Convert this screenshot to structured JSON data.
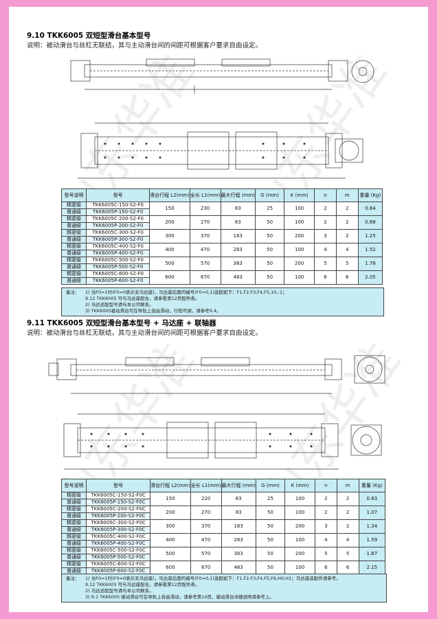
{
  "watermark": "山东华准",
  "section1": {
    "title": "9.10 TKK6005 双短型滑台基本型号",
    "note": "说明：被动滑台与丝杠无联结，其与主动滑台间的间距可根据客户要求自由设定。",
    "headers": [
      "型号说明",
      "型号",
      "滑台行程 L2(mm)",
      "全长 L1(mm)",
      "最大行程 (mm)",
      "G (mm)",
      "K (mm)",
      "n",
      "m",
      "重量 (Kg)"
    ],
    "rows": [
      {
        "kind": "精密级",
        "model": "TKK6005C-150-S2-F0",
        "stroke": "150",
        "length": "230",
        "max": "83",
        "g": "25",
        "k": "100",
        "n": "2",
        "m": "2",
        "wt": "0.84"
      },
      {
        "kind": "普通级",
        "model": "TKK6005P-150-S2-F0",
        "stroke": "",
        "length": "",
        "max": "",
        "g": "",
        "k": "",
        "n": "",
        "m": "",
        "wt": ""
      },
      {
        "kind": "精密级",
        "model": "TKK6005C-200-S2-F0",
        "stroke": "200",
        "length": "270",
        "max": "83",
        "g": "50",
        "k": "100",
        "n": "2",
        "m": "2",
        "wt": "0.88"
      },
      {
        "kind": "普通级",
        "model": "TKK6005P-200-S2-F0",
        "stroke": "",
        "length": "",
        "max": "",
        "g": "",
        "k": "",
        "n": "",
        "m": "",
        "wt": ""
      },
      {
        "kind": "精密级",
        "model": "TKK6005C-300-S2-F0",
        "stroke": "300",
        "length": "370",
        "max": "183",
        "g": "50",
        "k": "200",
        "n": "3",
        "m": "2",
        "wt": "1.25"
      },
      {
        "kind": "普通级",
        "model": "TKK6005P-300-S2-F0",
        "stroke": "",
        "length": "",
        "max": "",
        "g": "",
        "k": "",
        "n": "",
        "m": "",
        "wt": ""
      },
      {
        "kind": "精密级",
        "model": "TKK6005C-400-S2-F0",
        "stroke": "400",
        "length": "470",
        "max": "283",
        "g": "50",
        "k": "100",
        "n": "4",
        "m": "4",
        "wt": "1.52"
      },
      {
        "kind": "普通级",
        "model": "TKK6005P-400-S2-F0",
        "stroke": "",
        "length": "",
        "max": "",
        "g": "",
        "k": "",
        "n": "",
        "m": "",
        "wt": ""
      },
      {
        "kind": "精密级",
        "model": "TKK6005C-500-S2-F0",
        "stroke": "500",
        "length": "570",
        "max": "383",
        "g": "50",
        "k": "200",
        "n": "5",
        "m": "5",
        "wt": "1.78"
      },
      {
        "kind": "普通级",
        "model": "TKK6005P-500-S2-F0",
        "stroke": "",
        "length": "",
        "max": "",
        "g": "",
        "k": "",
        "n": "",
        "m": "",
        "wt": ""
      },
      {
        "kind": "精密级",
        "model": "TKK6005C-600-S2-F0",
        "stroke": "600",
        "length": "670",
        "max": "483",
        "g": "50",
        "k": "100",
        "n": "6",
        "m": "6",
        "wt": "2.05"
      },
      {
        "kind": "普通级",
        "model": "TKK6005P-600-S2-F0",
        "stroke": "",
        "length": "",
        "max": "",
        "g": "",
        "k": "",
        "n": "",
        "m": "",
        "wt": ""
      }
    ],
    "foot_label": "备注：",
    "foot_lines": [
      "1) 当F0=1时(F0=0表示无马达座)，马达座后面的编号(F0=0,1)选配如下：F1,F2,F3,F4,F5,10,-1；",
      "   9.12 TKK6005 可与马达座配合，请参看第12页配件表。",
      "2) 马达适配型号请与本公司联系。",
      "3) TKK6005被动滑台可在导轨上自由滑动，行程可调，请参考9.4。"
    ]
  },
  "section2": {
    "title": "9.11 TKK6005 双短型滑台基本型号 + 马达座 + 联轴器",
    "note": "说明：被动滑台与丝杠无联结，其与主动滑台间的间距可根据客户要求自由设定。",
    "headers": [
      "型号说明",
      "型号",
      "滑台行程 L2(mm)",
      "全长 L1(mm)",
      "最大行程 (mm)",
      "G (mm)",
      "K (mm)",
      "n",
      "m",
      "重量 (Kg)"
    ],
    "rows": [
      {
        "kind": "精密级",
        "model": "TKK6005C-150-S2-F0C",
        "stroke": "150",
        "length": "220",
        "max": "83",
        "g": "25",
        "k": "100",
        "n": "2",
        "m": "2",
        "wt": "0.83"
      },
      {
        "kind": "普通级",
        "model": "TKK6005P-150-S2-F0C",
        "stroke": "",
        "length": "",
        "max": "",
        "g": "",
        "k": "",
        "n": "",
        "m": "",
        "wt": ""
      },
      {
        "kind": "精密级",
        "model": "TKK6005C-200-S2-F0C",
        "stroke": "200",
        "length": "270",
        "max": "83",
        "g": "50",
        "k": "100",
        "n": "2",
        "m": "2",
        "wt": "1.07"
      },
      {
        "kind": "普通级",
        "model": "TKK6005P-200-S2-F0C",
        "stroke": "",
        "length": "",
        "max": "",
        "g": "",
        "k": "",
        "n": "",
        "m": "",
        "wt": ""
      },
      {
        "kind": "精密级",
        "model": "TKK6005C-300-S2-F0C",
        "stroke": "300",
        "length": "370",
        "max": "183",
        "g": "50",
        "k": "200",
        "n": "3",
        "m": "2",
        "wt": "1.34"
      },
      {
        "kind": "普通级",
        "model": "TKK6005P-300-S2-F0C",
        "stroke": "",
        "length": "",
        "max": "",
        "g": "",
        "k": "",
        "n": "",
        "m": "",
        "wt": ""
      },
      {
        "kind": "精密级",
        "model": "TKK6005C-400-S2-F0C",
        "stroke": "400",
        "length": "470",
        "max": "283",
        "g": "50",
        "k": "100",
        "n": "4",
        "m": "4",
        "wt": "1.59"
      },
      {
        "kind": "普通级",
        "model": "TKK6005P-400-S2-F0C",
        "stroke": "",
        "length": "",
        "max": "",
        "g": "",
        "k": "",
        "n": "",
        "m": "",
        "wt": ""
      },
      {
        "kind": "精密级",
        "model": "TKK6005C-500-S2-F0C",
        "stroke": "500",
        "length": "570",
        "max": "383",
        "g": "50",
        "k": "200",
        "n": "5",
        "m": "5",
        "wt": "1.87"
      },
      {
        "kind": "普通级",
        "model": "TKK6005P-500-S2-F0C",
        "stroke": "",
        "length": "",
        "max": "",
        "g": "",
        "k": "",
        "n": "",
        "m": "",
        "wt": ""
      },
      {
        "kind": "精密级",
        "model": "TKK6005C-600-S2-F0C",
        "stroke": "600",
        "length": "670",
        "max": "483",
        "g": "50",
        "k": "100",
        "n": "6",
        "m": "6",
        "wt": "2.15"
      },
      {
        "kind": "普通级",
        "model": "TKK6005P-600-S2-F0C",
        "stroke": "",
        "length": "",
        "max": "",
        "g": "",
        "k": "",
        "n": "",
        "m": "",
        "wt": ""
      }
    ],
    "foot_label": "备注：",
    "foot_lines": [
      "1) 当F0=1时(F0=0表示无马达座)，马达座后面的编号(F0=0,1)选配如下：F1,F2,F3,F4,F5,F6,H0,H1；马达座选配件请参考。",
      "   9.12 TKK6005 可与马达座配合，请参看第12页配件表。",
      "2) 马达适配型号请与本公司联系。",
      "3) 9.1 TKK6005 被动滑台可在导轨上自由滑动，请参考第14页，被动滑台详细说明请参考上。"
    ]
  },
  "colors": {
    "frame": "#f59bd2",
    "table_header": "#c7ecf3",
    "row_tint": "#e6f7fb"
  }
}
